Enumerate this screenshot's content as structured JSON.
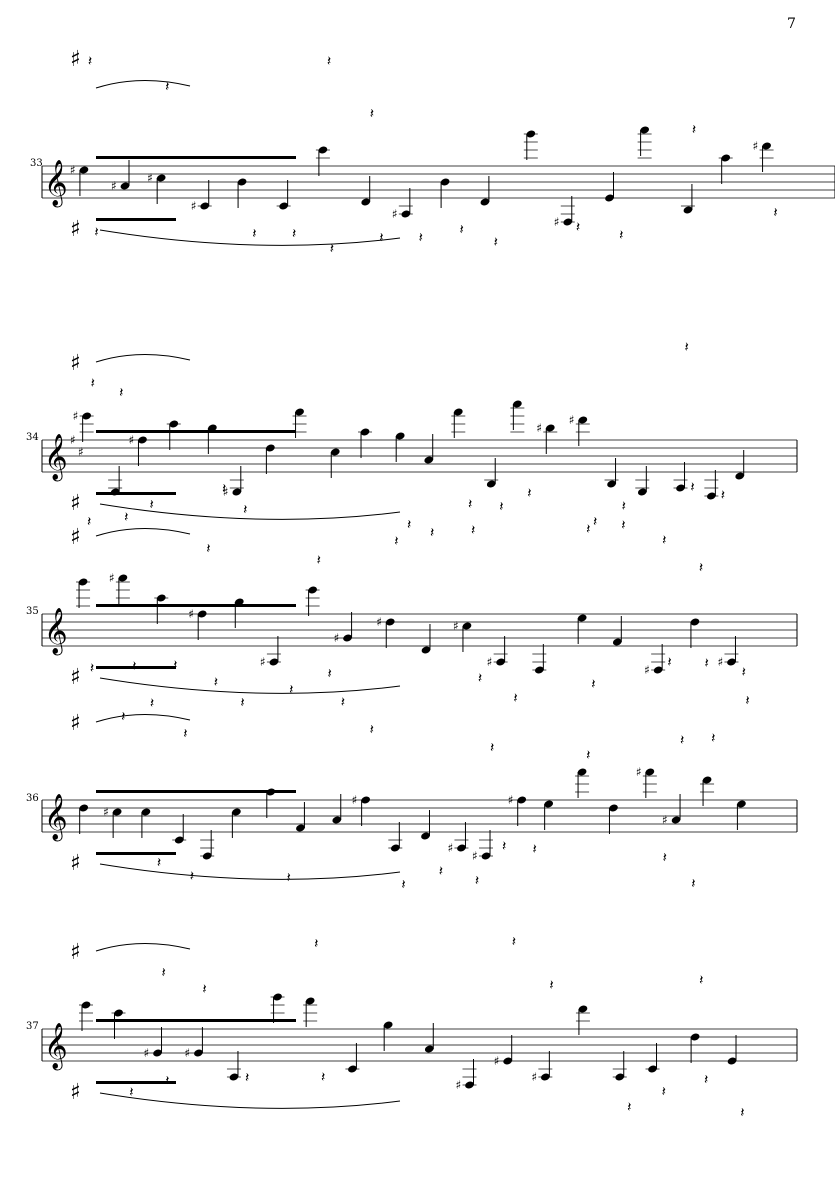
{
  "page": {
    "number": "7"
  },
  "systems": [
    {
      "measure": "33"
    },
    {
      "measure": "34"
    },
    {
      "measure": "35"
    },
    {
      "measure": "36"
    },
    {
      "measure": "37"
    }
  ],
  "glyphs": {
    "treble_clef": "𝄞",
    "sharp": "♯",
    "natural": "♮",
    "rest": "𝄽"
  }
}
